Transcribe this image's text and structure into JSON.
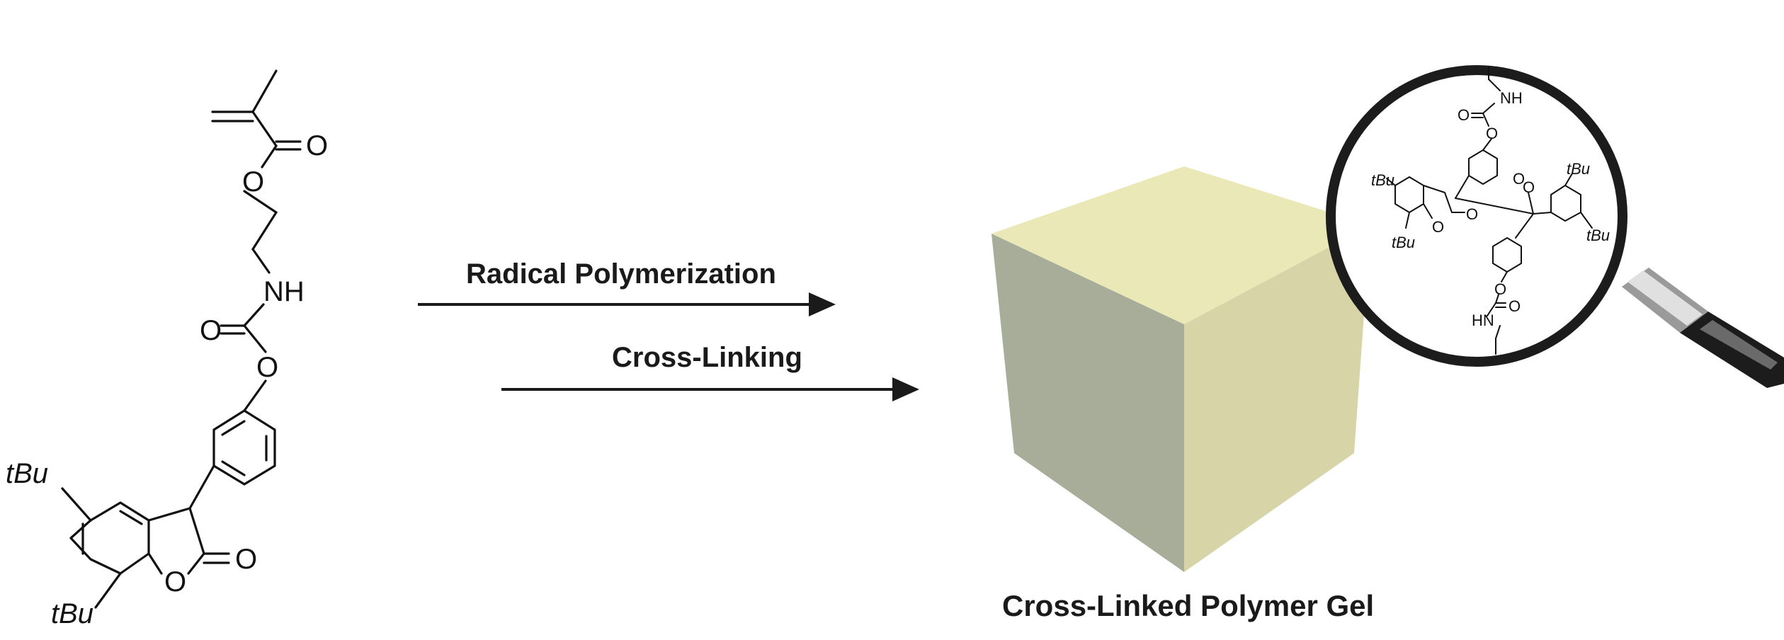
{
  "monomer": {
    "labels": {
      "carbonyl_o_top": "O",
      "ester_o": "O",
      "amine": "NH",
      "carbamate_o_left": "O",
      "carbamate_o_ring": "O",
      "lactone_carbonyl_o": "O",
      "lactone_ring_o": "O",
      "tbu_top": "tBu",
      "tbu_bottom": "tBu"
    }
  },
  "arrows": {
    "step1_label": "Radical Polymerization",
    "step2_label": "Cross-Linking"
  },
  "gel": {
    "caption": "Cross-Linked Polymer Gel",
    "colors": {
      "top": "#e9e8b6",
      "front": "#a8ad9a",
      "right": "#d7d5a8"
    }
  },
  "magnifier": {
    "labels": {
      "nh_top": "NH",
      "o_carbamate_top": "O",
      "o_link_top": "O",
      "o_lactone_right_ring": "O",
      "tbu_right_top": "tBu",
      "tbu_left": "tBu",
      "o_lactone_right_carbonyl": "O",
      "tbu_left_bottom": "tBu",
      "o_lactone_left_ring": "O",
      "o_lactone_left_carbonyl": "O",
      "tbu_right_bottom": "tBu",
      "o_link_bottom": "O",
      "o_carbamate_bottom": "O",
      "hn_bottom": "HN"
    }
  }
}
